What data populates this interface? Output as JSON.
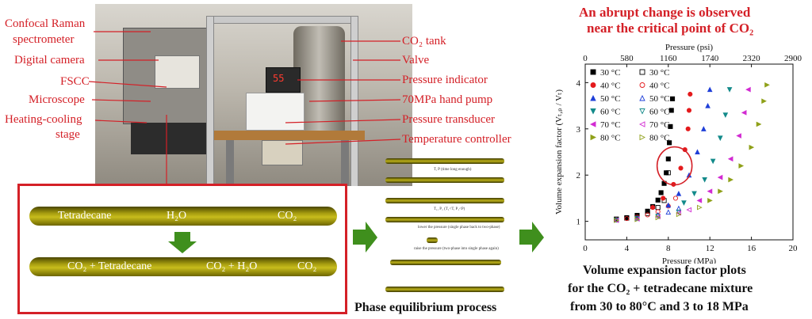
{
  "labels_left": [
    "Confocal Raman",
    "spectrometer",
    "Digital camera",
    "FSCC",
    "Microscope",
    "Heating-cooling",
    "stage"
  ],
  "labels_right": [
    "CO₂ tank",
    "Valve",
    "Pressure indicator",
    "70MPa hand pump",
    "Pressure transducer",
    "Temperature controller"
  ],
  "display_value": "55",
  "tube_top": {
    "left": "Tetradecane",
    "mid": "H₂O",
    "right": "CO₂"
  },
  "tube_bottom": {
    "left": "CO₂ + Tetradecane",
    "mid": "CO₂ + H₂O",
    "right": "CO₂"
  },
  "phase_steps": {
    "s1": "Tetradecane H₂O CO₂",
    "n1": "T, P (time long enough)",
    "n2": "T₁, P₁ (T₁<T, P₁<P)",
    "n3": "lower the pressure (single phase back to two-phase)",
    "n4": "raise the pressure (two-phase into single phase again)"
  },
  "captions": {
    "phase": "Phase equilibrium process",
    "chart_line1": "Volume expansion factor plots",
    "chart_line2": "for the CO₂ + tetradecane mixture",
    "chart_line3": "from 30 to 80°C and 3 to 18 MPa",
    "headline1": "An abrupt change is observed",
    "headline2": "near the critical point of CO₂"
  },
  "colors": {
    "accent_red": "#d42027",
    "green_arrow": "#3f8f1d"
  },
  "chart_data": {
    "type": "scatter",
    "xlabel": "Pressure (MPa)",
    "x2label": "Pressure (psi)",
    "ylabel": "Volume expansion factor (Vₜ,ₚ / Vₜ)",
    "xlim": [
      0,
      20
    ],
    "ylim": [
      0.6,
      4.4
    ],
    "xticks": [
      0,
      4,
      8,
      12,
      16,
      20
    ],
    "yticks": [
      1,
      2,
      3,
      4
    ],
    "x2ticks": [
      "0",
      "580",
      "1160",
      "1740",
      "2320",
      "2900"
    ],
    "series": [
      {
        "name": "30 °C",
        "marker": "square",
        "fill": true,
        "color": "#000000",
        "x": [
          3,
          4,
          5,
          6,
          6.5,
          7,
          7.3,
          7.6,
          7.8,
          8.0,
          8.1,
          8.2,
          8.3,
          8.4
        ],
        "y": [
          1.05,
          1.08,
          1.13,
          1.22,
          1.32,
          1.46,
          1.62,
          1.82,
          2.05,
          2.35,
          2.7,
          3.05,
          3.4,
          3.65
        ]
      },
      {
        "name": "30 °C",
        "marker": "square",
        "fill": false,
        "color": "#000000",
        "x": [
          3,
          4,
          5,
          6,
          7,
          7.6,
          8.0
        ],
        "y": [
          1.04,
          1.07,
          1.11,
          1.17,
          1.3,
          1.45,
          2.05
        ]
      },
      {
        "name": "40 °C",
        "marker": "circle",
        "fill": true,
        "color": "#e41a1c",
        "x": [
          6.5,
          7.5,
          8.5,
          9.2,
          9.6,
          9.9,
          10.0,
          10.1
        ],
        "y": [
          1.3,
          1.5,
          1.8,
          2.15,
          2.55,
          3.0,
          3.4,
          3.75
        ]
      },
      {
        "name": "40 °C",
        "marker": "circle",
        "fill": false,
        "color": "#e41a1c",
        "x": [
          3,
          4,
          5,
          6,
          7,
          8,
          8.7
        ],
        "y": [
          1.04,
          1.06,
          1.09,
          1.14,
          1.21,
          1.33,
          1.5
        ]
      },
      {
        "name": "50 °C",
        "marker": "triangle-up",
        "fill": true,
        "color": "#1f3fd8",
        "x": [
          8,
          9,
          10,
          10.8,
          11.4,
          11.8,
          12.0
        ],
        "y": [
          1.35,
          1.6,
          2.0,
          2.5,
          3.0,
          3.5,
          3.85
        ]
      },
      {
        "name": "50 °C",
        "marker": "triangle-up",
        "fill": false,
        "color": "#1f3fd8",
        "x": [
          3,
          5,
          7,
          8,
          9
        ],
        "y": [
          1.03,
          1.07,
          1.14,
          1.2,
          1.28
        ]
      },
      {
        "name": "60 °C",
        "marker": "triangle-down",
        "fill": true,
        "color": "#138a8a",
        "x": [
          9.5,
          10.5,
          11.5,
          12.3,
          13,
          13.5,
          13.9
        ],
        "y": [
          1.4,
          1.6,
          1.9,
          2.3,
          2.8,
          3.3,
          3.85
        ]
      },
      {
        "name": "60 °C",
        "marker": "triangle-down",
        "fill": false,
        "color": "#138a8a",
        "x": [
          3,
          5,
          7,
          9
        ],
        "y": [
          1.03,
          1.06,
          1.11,
          1.2
        ]
      },
      {
        "name": "70 °C",
        "marker": "triangle-left",
        "fill": true,
        "color": "#d22bd2",
        "x": [
          11,
          12,
          13,
          14,
          14.8,
          15.3,
          15.7
        ],
        "y": [
          1.45,
          1.65,
          1.95,
          2.35,
          2.85,
          3.35,
          3.85
        ]
      },
      {
        "name": "70 °C",
        "marker": "triangle-left",
        "fill": false,
        "color": "#d22bd2",
        "x": [
          3,
          5,
          7,
          9,
          10
        ],
        "y": [
          1.02,
          1.05,
          1.1,
          1.18,
          1.25
        ]
      },
      {
        "name": "80 °C",
        "marker": "triangle-right",
        "fill": true,
        "color": "#8fa018",
        "x": [
          12,
          13,
          14,
          15,
          16,
          16.7,
          17.2,
          17.5
        ],
        "y": [
          1.45,
          1.65,
          1.9,
          2.2,
          2.6,
          3.1,
          3.6,
          3.95
        ]
      },
      {
        "name": "80 °C",
        "marker": "triangle-right",
        "fill": false,
        "color": "#8fa018",
        "x": [
          3,
          5,
          7,
          9,
          11
        ],
        "y": [
          1.02,
          1.04,
          1.08,
          1.15,
          1.3
        ]
      }
    ]
  }
}
